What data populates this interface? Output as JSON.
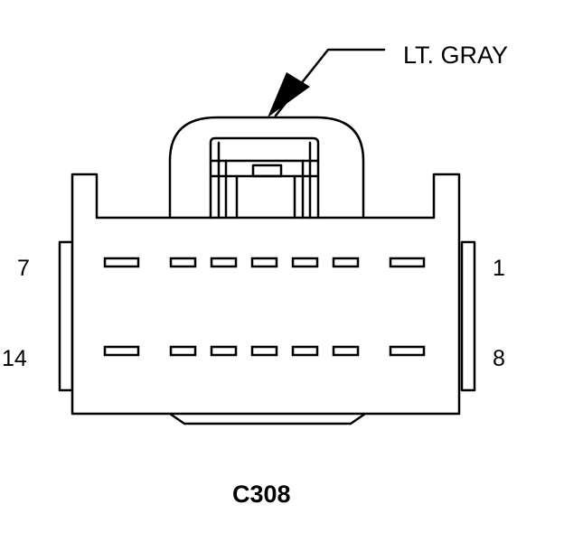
{
  "connector": {
    "id": "C308",
    "color_label": "LT. GRAY",
    "pin_labels": {
      "top_left": "7",
      "top_right": "1",
      "bottom_left": "14",
      "bottom_right": "8"
    },
    "rows": 2,
    "pins_per_row": 7
  },
  "colors": {
    "line": "#000000",
    "background": "#ffffff"
  }
}
